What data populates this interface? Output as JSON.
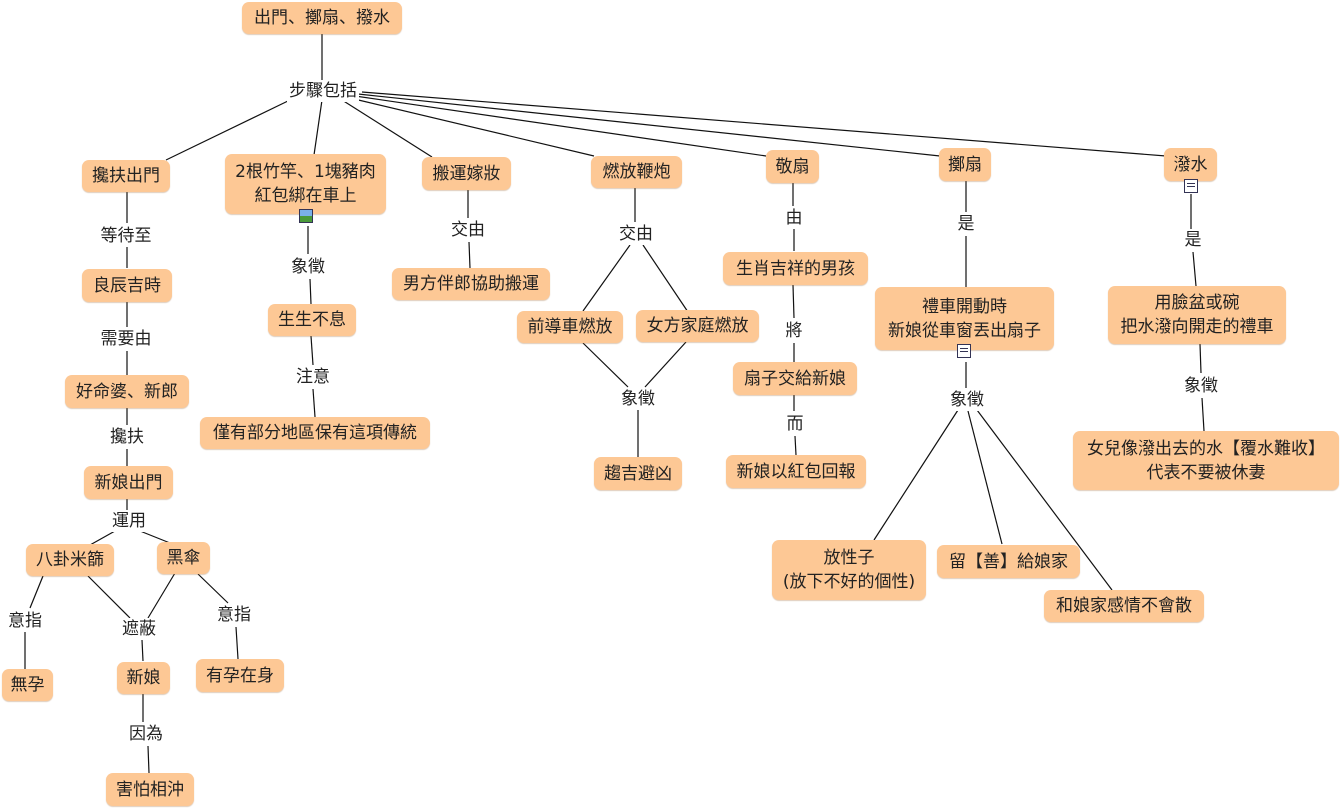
{
  "root": "出門、擲扇、撥水",
  "root_link": "步驟包括",
  "steps": {
    "a": {
      "title": "攙扶出門",
      "l1": "等待至",
      "n1": "良辰吉時",
      "l2": "需要由",
      "n2": "好命婆、新郎",
      "l3": "攙扶",
      "n3": "新娘出門",
      "l4": "運用",
      "tools": [
        "八卦米篩",
        "黑傘"
      ],
      "l_meaning": "意指",
      "m1": "無孕",
      "m2": "有孕在身",
      "l_cover": "遮蔽",
      "covered": "新娘",
      "l_because": "因為",
      "reason": "害怕相沖"
    },
    "b": {
      "title": [
        "2根竹竿、1塊豬肉",
        "紅包綁在車上"
      ],
      "icon": "image-icon",
      "l1": "象徵",
      "n1": "生生不息",
      "l2": "注意",
      "n2": "僅有部分地區保有這項傳統"
    },
    "c": {
      "title": "搬運嫁妝",
      "l1": "交由",
      "n1": "男方伴郎協助搬運"
    },
    "d": {
      "title": "燃放鞭炮",
      "l1": "交由",
      "n1": "前導車燃放",
      "n2": "女方家庭燃放",
      "l2": "象徵",
      "n3": "趨吉避凶"
    },
    "e": {
      "title": "敬扇",
      "l1": "由",
      "n1": "生肖吉祥的男孩",
      "l2": "將",
      "n2": "扇子交給新娘",
      "l3": "而",
      "n3": "新娘以紅包回報"
    },
    "f": {
      "title": "擲扇",
      "l1": "是",
      "n1": [
        "禮車開動時",
        "新娘從車窗丟出扇子"
      ],
      "icon": "note-icon",
      "l2": "象徵",
      "s1": [
        "放性子",
        "(放下不好的個性)"
      ],
      "s2": "留【善】給娘家",
      "s3": "和娘家感情不會散"
    },
    "g": {
      "title": "潑水",
      "icon": "note-icon",
      "l1": "是",
      "n1": [
        "用臉盆或碗",
        "把水潑向開走的禮車"
      ],
      "l2": "象徵",
      "n2": [
        "女兒像潑出去的水【覆水難收】",
        "代表不要被休妻"
      ]
    }
  },
  "colors": {
    "node_fill": "#fdc895",
    "line": "#111111",
    "text": "#222222"
  }
}
